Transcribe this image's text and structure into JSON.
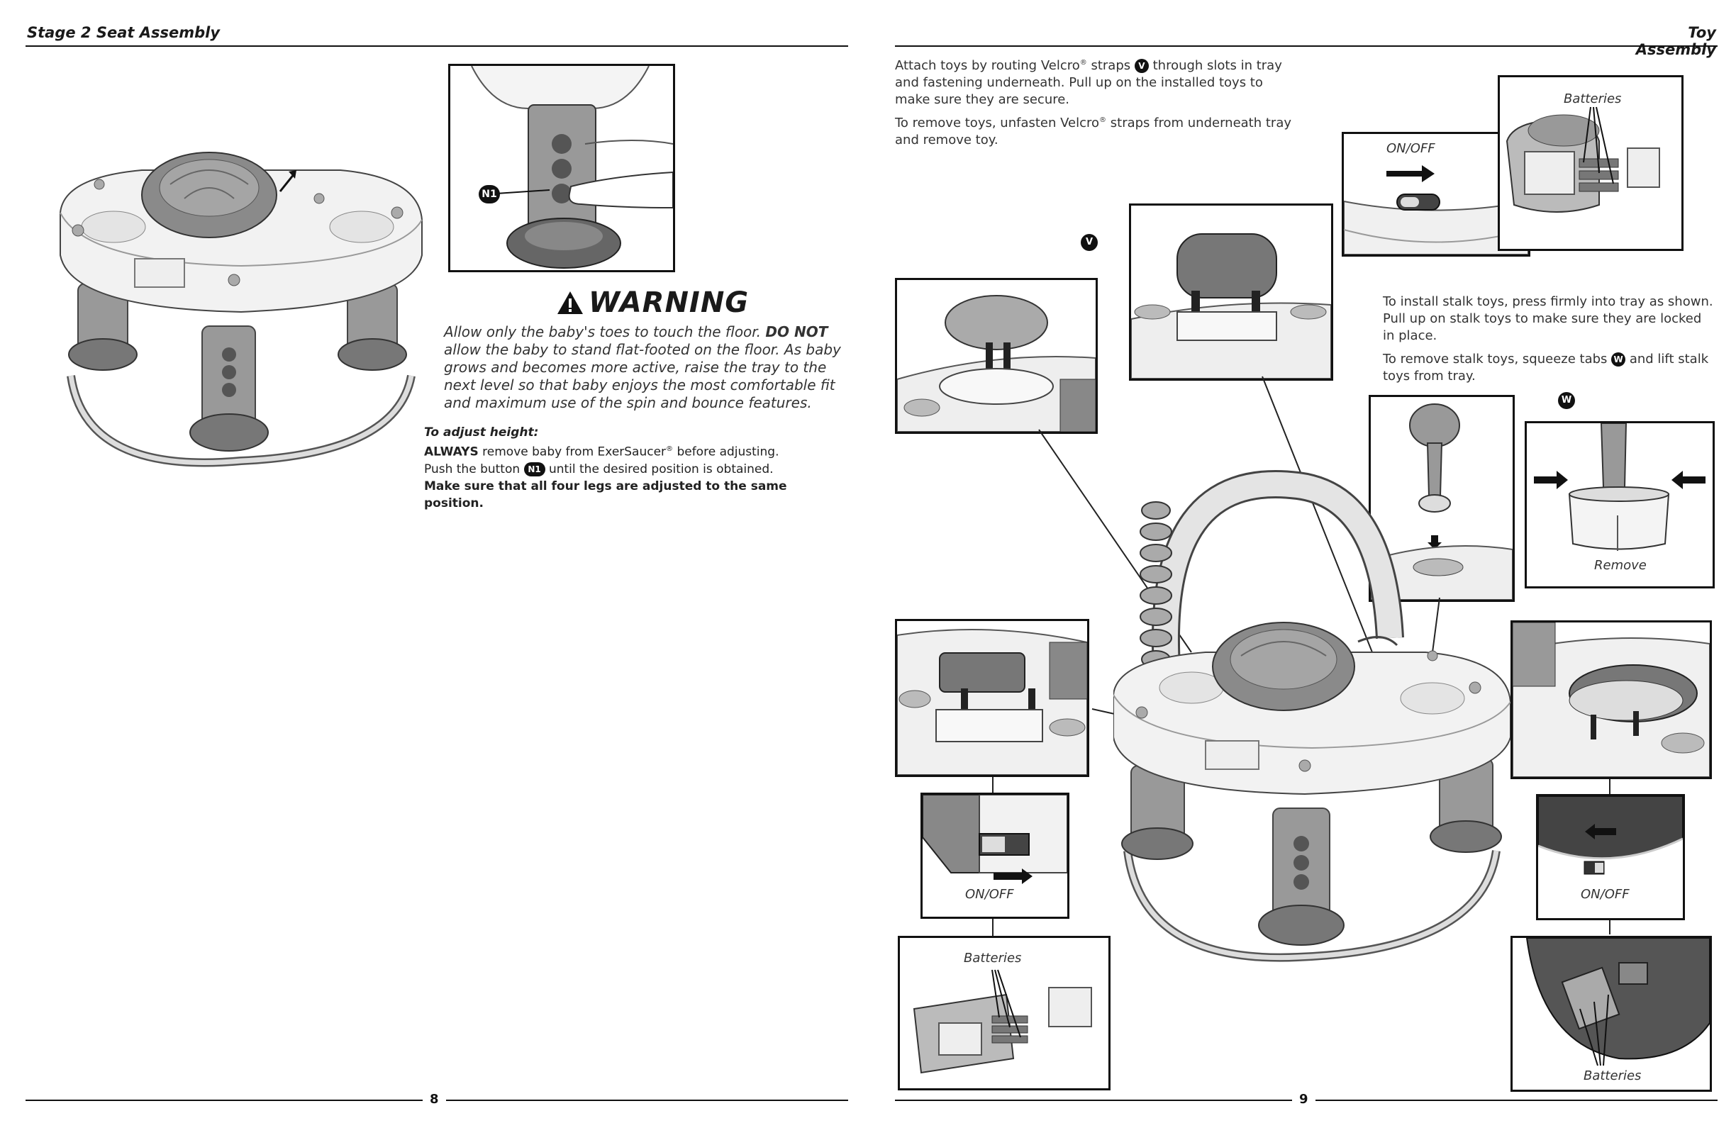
{
  "left": {
    "header": "Stage 2 Seat Assembly",
    "callout_n1": "N1",
    "warning": {
      "title": "WARNING",
      "text_a": "Allow only the baby's toes to touch the floor. ",
      "text_bold": "DO NOT",
      "text_b": " allow the baby to stand flat-footed on the floor. As baby grows and becomes more active, raise the tray to the next level so that baby enjoys the most comfortable fit and maximum use of the spin and bounce features."
    },
    "adjust": {
      "heading": "To adjust height:",
      "line1_bold": "ALWAYS",
      "line1_rest": " remove baby from ExerSaucer",
      "reg": "®",
      "line1_end": " before adjusting.",
      "line2_a": "Push the button ",
      "line2_badge": "N1",
      "line2_b": " until the desired position is obtained.",
      "line3": "Make sure that all four legs are adjusted to the same position."
    },
    "page_number": "8"
  },
  "right": {
    "header": "Toy Assembly",
    "attach": {
      "a": "Attach toys by routing Velcro",
      "reg": "®",
      "b": " straps ",
      "badge": "V",
      "c": " through slots in tray and fastening underneath. Pull up on the installed toys to make sure they are secure."
    },
    "remove": {
      "a": "To remove toys, unfasten Velcro",
      "reg": "®",
      "b": " straps from underneath tray and remove toy."
    },
    "stalk_install": "To install stalk toys, press firmly into tray as shown. Pull up on stalk toys to make sure they are locked in place.",
    "stalk_remove": {
      "a": "To remove stalk toys, squeeze tabs ",
      "badge": "W",
      "b": " and lift stalk toys from tray."
    },
    "callout_v": "V",
    "callout_w": "W",
    "labels": {
      "on_off_top": "ON/OFF",
      "batteries_top": "Batteries",
      "remove": "Remove",
      "on_off_left": "ON/OFF",
      "batteries_left": "Batteries",
      "on_off_right": "ON/OFF",
      "batteries_right": "Batteries"
    },
    "page_number": "9"
  }
}
